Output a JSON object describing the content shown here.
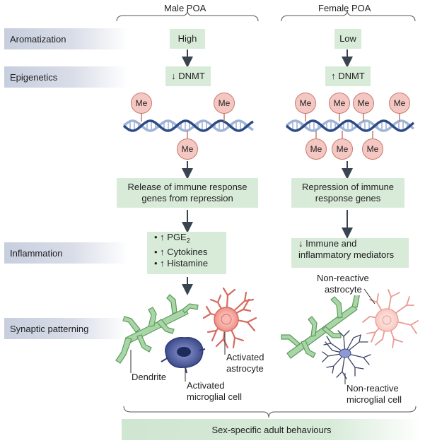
{
  "headers": {
    "male": "Male POA",
    "female": "Female POA"
  },
  "rows": {
    "aromatization": "Aromatization",
    "epigenetics": "Epigenetics",
    "inflammation": "Inflammation",
    "synaptic": "Synaptic patterning"
  },
  "male": {
    "aromatization": "High",
    "epigenetics": "↓ DNMT",
    "genes": [
      "Release of immune response",
      "genes from repression"
    ],
    "inflammation": [
      "• ↑ PGE",
      "• ↑ Cytokines",
      "• ↑ Histamine"
    ],
    "pge_sub": "2",
    "labels": {
      "dendrite": "Dendrite",
      "astro1": "Activated",
      "astro2": "astrocyte",
      "micro1": "Activated",
      "micro2": "microglial cell"
    }
  },
  "female": {
    "aromatization": "Low",
    "epigenetics": "↑ DNMT",
    "genes": [
      "Repression of immune",
      "response genes"
    ],
    "inflammation": [
      "↓ Immune and",
      "inflammatory mediators"
    ],
    "labels": {
      "astro1": "Non-reactive",
      "astro2": "astrocyte",
      "micro1": "Non-reactive",
      "micro2": "microglial cell"
    }
  },
  "methyl": "Me",
  "outcome": "Sex-specific adult behaviours",
  "colors": {
    "box": "#d8ebd9",
    "rowlabel": "#c7cede",
    "me": "#f5c7c2",
    "dna_dark": "#2c4a86",
    "dna_light": "#9fb3d6",
    "dendrite": "#a8d6a6",
    "astro_active": "#f3a29a",
    "astro_rest": "#f9d3cf",
    "microglia_active": "#4a5a9a",
    "arrow": "#3a4450"
  }
}
